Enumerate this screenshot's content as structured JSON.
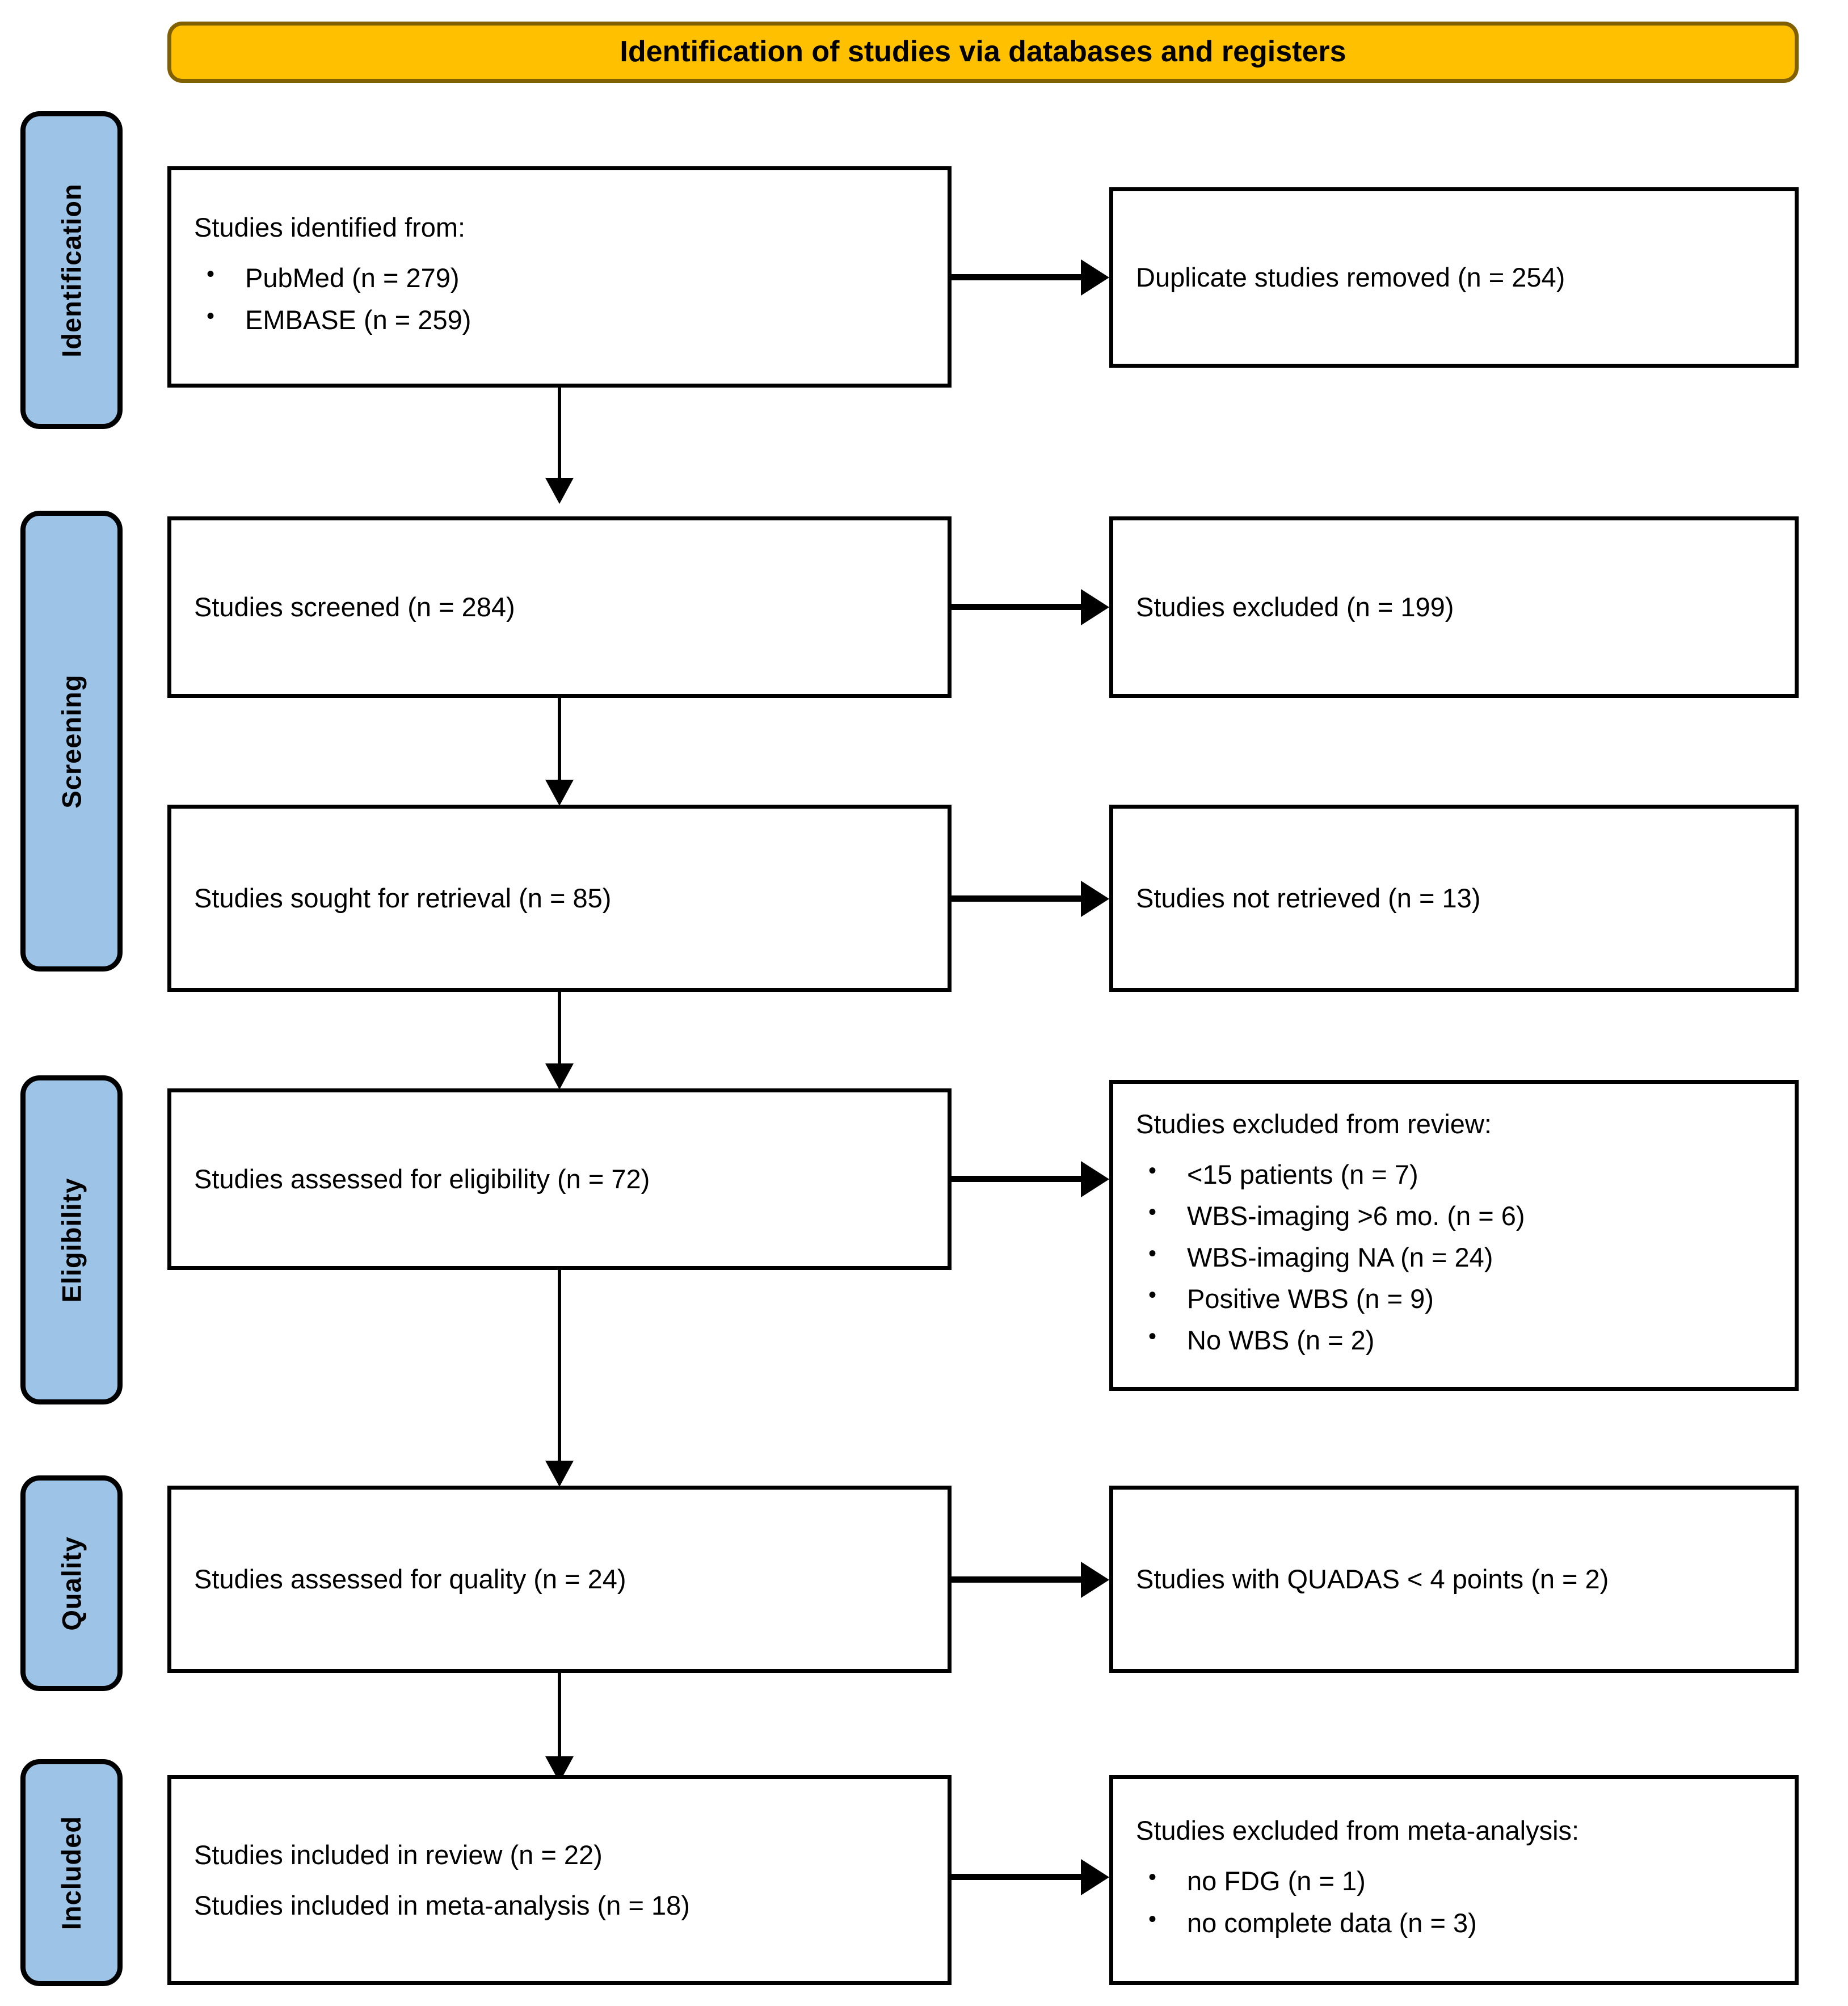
{
  "diagram": {
    "type": "prisma-flow-diagram",
    "title": "Identification of studies via databases and registers",
    "stages": [
      {
        "id": "identification",
        "label": "Identification"
      },
      {
        "id": "screening",
        "label": "Screening"
      },
      {
        "id": "eligibility",
        "label": "Eligibility"
      },
      {
        "id": "quality",
        "label": "Quality"
      },
      {
        "id": "included",
        "label": "Included"
      }
    ],
    "colors": {
      "banner_fill": "#FFC000",
      "banner_border": "#806000",
      "stage_fill": "#9DC3E6",
      "stage_border": "#000000",
      "box_fill": "#FFFFFF",
      "box_border": "#000000",
      "connector": "#000000"
    },
    "boxes": {
      "identified": {
        "heading": "Studies identified from:",
        "bullets": [
          "PubMed (n = 279)",
          "EMBASE (n = 259)"
        ]
      },
      "duplicates_removed": {
        "line": "Duplicate studies removed (n = 254)"
      },
      "screened": {
        "line": "Studies screened (n = 284)"
      },
      "excluded_screening": {
        "line": "Studies excluded (n = 199)"
      },
      "sought_retrieval": {
        "line": "Studies sought for retrieval (n = 85)"
      },
      "not_retrieved": {
        "line": "Studies not retrieved (n = 13)"
      },
      "assessed_eligibility": {
        "line": "Studies assessed for eligibility (n = 72)"
      },
      "excluded_review": {
        "heading": "Studies excluded from review:",
        "bullets": [
          "<15 patients (n = 7)",
          "WBS-imaging >6 mo. (n = 6)",
          "WBS-imaging NA (n = 24)",
          "Positive WBS (n = 9)",
          "No WBS (n = 2)"
        ]
      },
      "assessed_quality": {
        "line": "Studies assessed for quality (n = 24)"
      },
      "quadas_excluded": {
        "line": "Studies with QUADAS < 4 points (n = 2)"
      },
      "included_review": {
        "line1": "Studies included in review (n = 22)",
        "line2": "Studies included in meta-analysis (n = 18)"
      },
      "excluded_meta": {
        "heading": "Studies excluded from meta-analysis:",
        "bullets": [
          "no FDG (n = 1)",
          "no complete data (n = 3)"
        ]
      }
    }
  }
}
